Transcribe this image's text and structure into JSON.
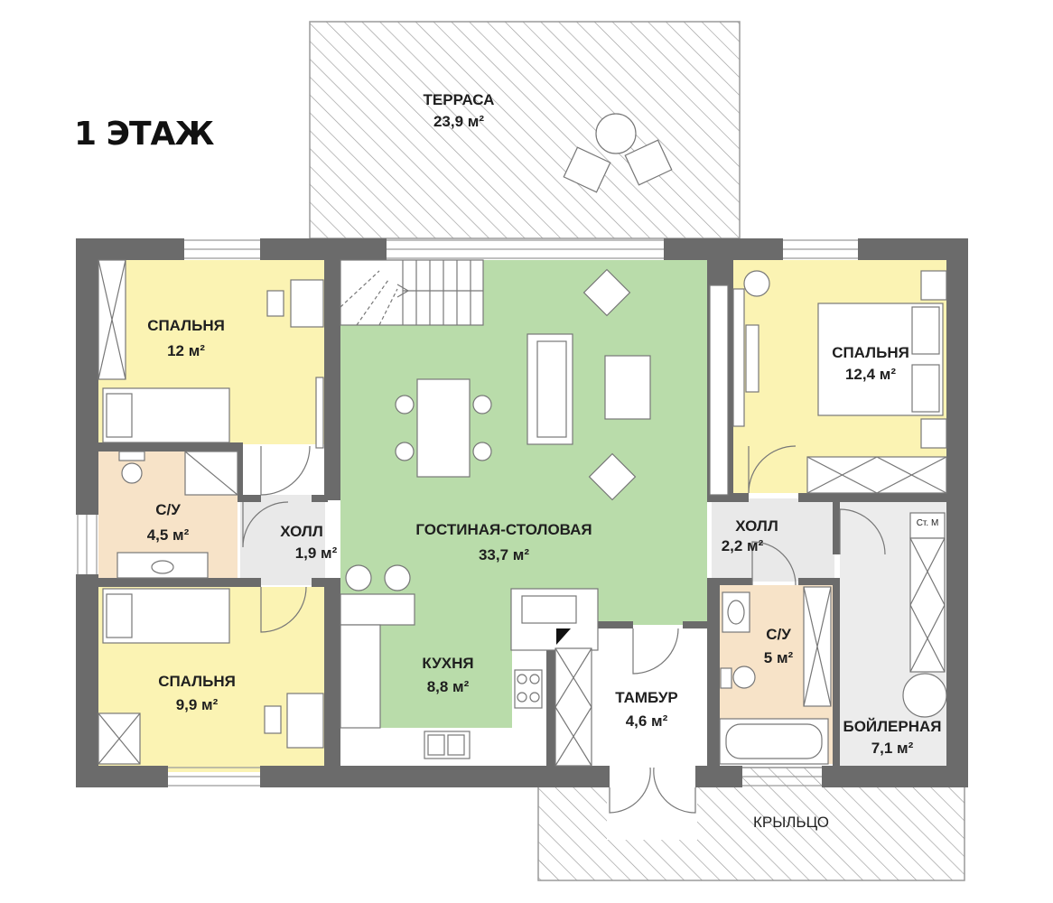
{
  "floor_title": "1 ЭТАЖ",
  "colors": {
    "wall": "#6b6b6b",
    "bedroom": "#fbf3b3",
    "living": "#b9dcaa",
    "bathroom": "#f7e3c8",
    "hall": "#e9e9e9",
    "service": "#ffffff"
  },
  "rooms": {
    "terrace": {
      "name": "ТЕРРАСА",
      "area": "23,9 м²"
    },
    "bedroom_top_left": {
      "name": "СПАЛЬНЯ",
      "area": "12 м²"
    },
    "bathroom_left": {
      "name": "С/У",
      "area": "4,5 м²"
    },
    "hall_left": {
      "name": "ХОЛЛ",
      "area": "1,9 м²"
    },
    "bedroom_bottom_left": {
      "name": "СПАЛЬНЯ",
      "area": "9,9 м²"
    },
    "living_dining": {
      "name": "ГОСТИНАЯ-СТОЛОВАЯ",
      "area": "33,7 м²"
    },
    "kitchen": {
      "name": "КУХНЯ",
      "area": "8,8 м²"
    },
    "vestibule": {
      "name": "ТАМБУР",
      "area": "4,6 м²"
    },
    "hall_right": {
      "name": "ХОЛЛ",
      "area": "2,2 м²"
    },
    "bathroom_right": {
      "name": "С/У",
      "area": "5 м²"
    },
    "bedroom_right": {
      "name": "СПАЛЬНЯ",
      "area": "12,4 м²"
    },
    "boiler_room": {
      "name": "БОЙЛЕРНАЯ",
      "area": "7,1 м²"
    },
    "porch": {
      "name": "КРЫЛЬЦО"
    }
  },
  "labels": {
    "washer": "Ст. М"
  }
}
